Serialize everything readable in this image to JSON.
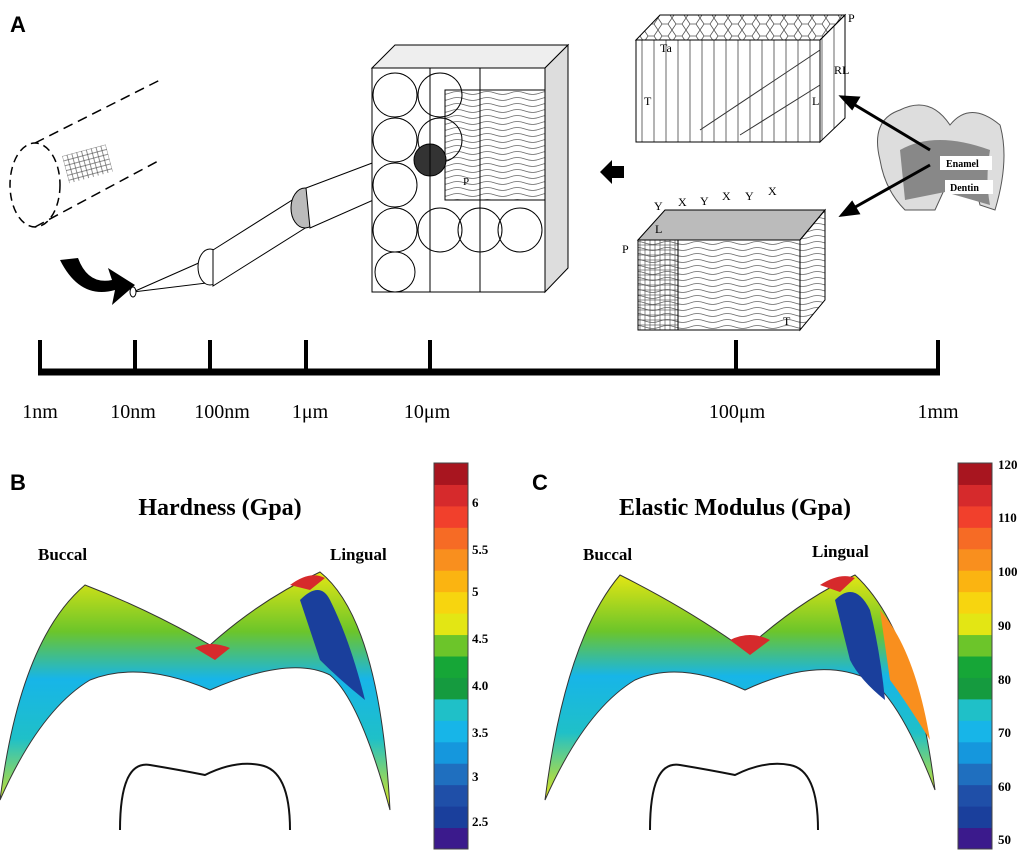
{
  "panels": {
    "a": "A",
    "b": "B",
    "c": "C"
  },
  "diagram": {
    "tooth_labels": {
      "enamel": "Enamel",
      "dentin": "Dentin"
    },
    "block_top": {
      "p": "P",
      "ta": "Ta",
      "rl": "RL",
      "t": "T",
      "l": "L"
    },
    "block_bottom": {
      "y1": "Y",
      "x1": "X",
      "y2": "Y",
      "x2": "X",
      "y3": "Y",
      "x3": "X",
      "p": "P",
      "l": "L",
      "t": "T"
    },
    "cube_p": "P"
  },
  "scale_bar": {
    "ticks": [
      "1nm",
      "10nm",
      "100nm",
      "1μm",
      "10μm",
      "100μm",
      "1mm"
    ]
  },
  "hardness": {
    "title": "Hardness (Gpa)",
    "buccal": "Buccal",
    "lingual": "Lingual",
    "ticks": [
      "6",
      "5.5",
      "5",
      "4.5",
      "4.0",
      "3.5",
      "3",
      "2.5"
    ],
    "range": [
      2.3,
      6.45
    ]
  },
  "modulus": {
    "title": "Elastic Modulus (Gpa)",
    "buccal": "Buccal",
    "lingual": "Lingual",
    "ticks": [
      "120",
      "110",
      "100",
      "90",
      "80",
      "70",
      "60",
      "50"
    ],
    "range": [
      50,
      120
    ]
  },
  "colormap": [
    "#3b1a8c",
    "#1a3f9c",
    "#1f4fa8",
    "#1f6fbf",
    "#1597dd",
    "#17b5e8",
    "#1fc0c8",
    "#159b3f",
    "#16a637",
    "#6cc52a",
    "#e3e614",
    "#f7d50f",
    "#fbb411",
    "#f98f1e",
    "#f66b25",
    "#f1402c",
    "#d62a2c",
    "#a8151f"
  ]
}
